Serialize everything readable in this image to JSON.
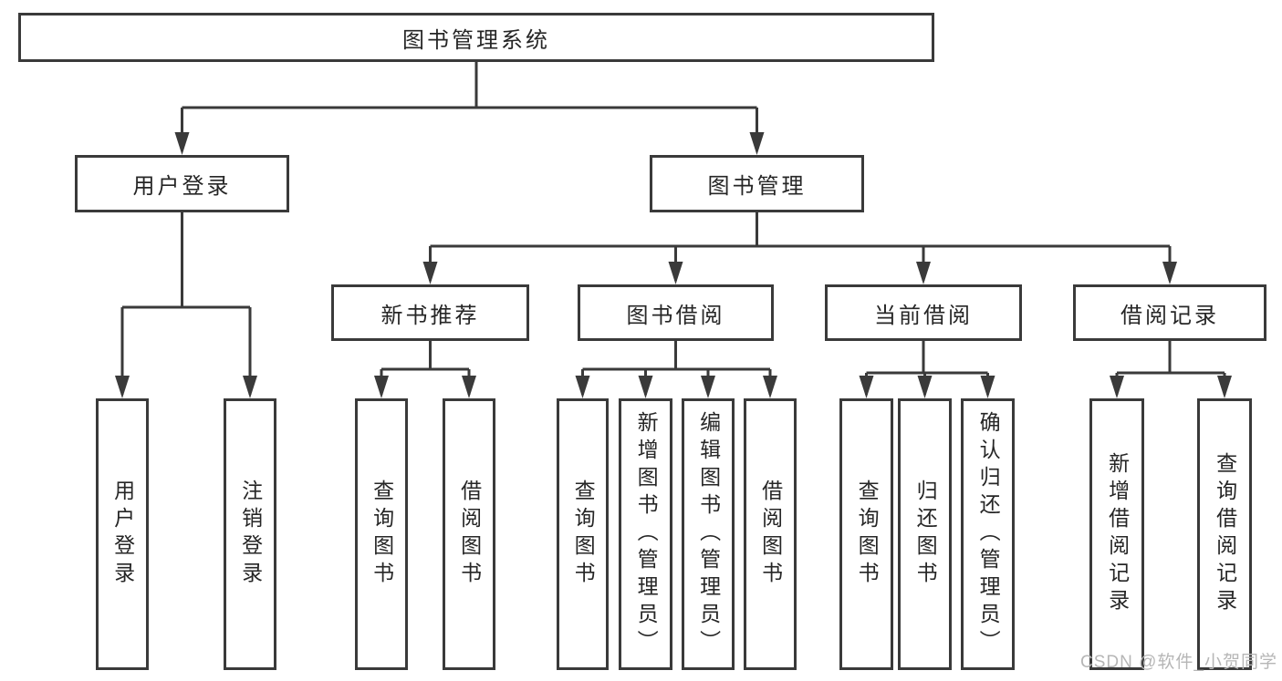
{
  "title": "图书管理系统",
  "watermark": "CSDN @软件_小贺同学",
  "colors": {
    "line": "#3a3a3a",
    "box_border": "#3a3a3a",
    "box_bg": "#ffffff",
    "text": "#262626",
    "watermark": "#b6b6b6"
  },
  "level2": [
    {
      "label": "用户登录"
    },
    {
      "label": "图书管理"
    }
  ],
  "level3": [
    {
      "label": "新书推荐",
      "parent": "图书管理"
    },
    {
      "label": "图书借阅",
      "parent": "图书管理"
    },
    {
      "label": "当前借阅",
      "parent": "图书管理"
    },
    {
      "label": "借阅记录",
      "parent": "图书管理"
    }
  ],
  "level4": [
    {
      "label": "用户登录",
      "parent": "用户登录"
    },
    {
      "label": "注销登录",
      "parent": "用户登录"
    },
    {
      "label": "查询图书",
      "parent": "新书推荐"
    },
    {
      "label": "借阅图书",
      "parent": "新书推荐"
    },
    {
      "label": "查询图书",
      "parent": "图书借阅"
    },
    {
      "label": "新增图书（管理员）",
      "parent": "图书借阅"
    },
    {
      "label": "编辑图书（管理员）",
      "parent": "图书借阅"
    },
    {
      "label": "借阅图书",
      "parent": "图书借阅"
    },
    {
      "label": "查询图书",
      "parent": "当前借阅"
    },
    {
      "label": "归还图书",
      "parent": "当前借阅"
    },
    {
      "label": "确认归还（管理员）",
      "parent": "当前借阅"
    },
    {
      "label": "新增借阅记录",
      "parent": "借阅记录"
    },
    {
      "label": "查询借阅记录",
      "parent": "借阅记录"
    }
  ]
}
